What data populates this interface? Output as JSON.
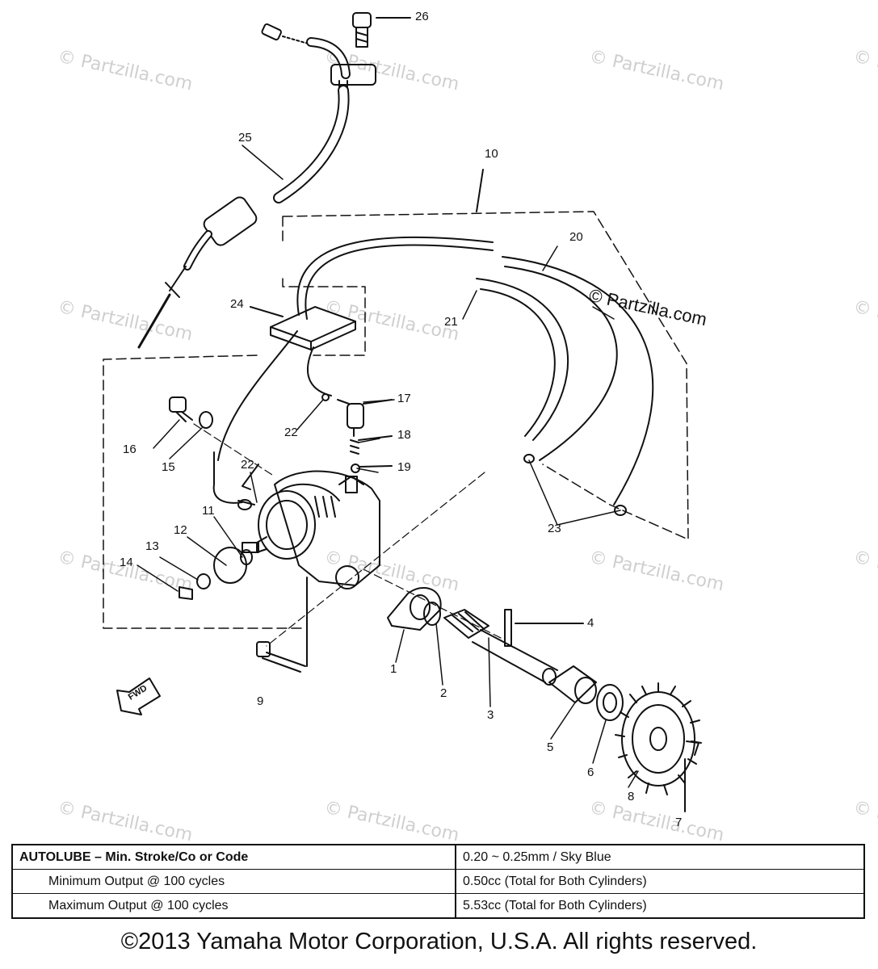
{
  "watermarks": [
    "© Partzilla.com",
    "© Partzilla.com",
    "© Partzilla.com",
    "© Partzilla.com",
    "© Partzilla.com",
    "© Partzilla.com",
    "© Partzilla.com",
    "© Partzilla.com",
    "© Partzilla.com",
    "© Partzilla.com",
    "© Partzilla.com",
    "© Partzilla.com",
    "© Partzilla.com",
    "© Partzilla.com",
    "© Partzilla.com"
  ],
  "main_watermark": "© Partzilla.com",
  "callouts": {
    "p1": "1",
    "p2": "2",
    "p3": "3",
    "p4": "4",
    "p5": "5",
    "p6": "6",
    "p7": "7",
    "p8": "8",
    "p9": "9",
    "p10": "10",
    "p11": "11",
    "p12": "12",
    "p13": "13",
    "p14": "14",
    "p15": "15",
    "p16": "16",
    "p17": "17",
    "p18": "18",
    "p19": "19",
    "p20": "20",
    "p21": "21",
    "p22a": "22",
    "p22b": "22",
    "p23": "23",
    "p24": "24",
    "p25": "25",
    "p26": "26"
  },
  "fwd_label": "FWD",
  "spec_table": {
    "rows": [
      {
        "label": "AUTOLUBE – Min. Stroke/Co or Code",
        "value": "0.20 ~ 0.25mm / Sky Blue"
      },
      {
        "label": "Minimum Output @ 100 cycles",
        "value": "0.50cc (Total for Both Cylinders)"
      },
      {
        "label": "Maximum Output @ 100 cycles",
        "value": "5.53cc (Total for Both Cylinders)"
      }
    ]
  },
  "copyright": "©2013  Yamaha Motor Corporation, U.S.A. All rights reserved."
}
